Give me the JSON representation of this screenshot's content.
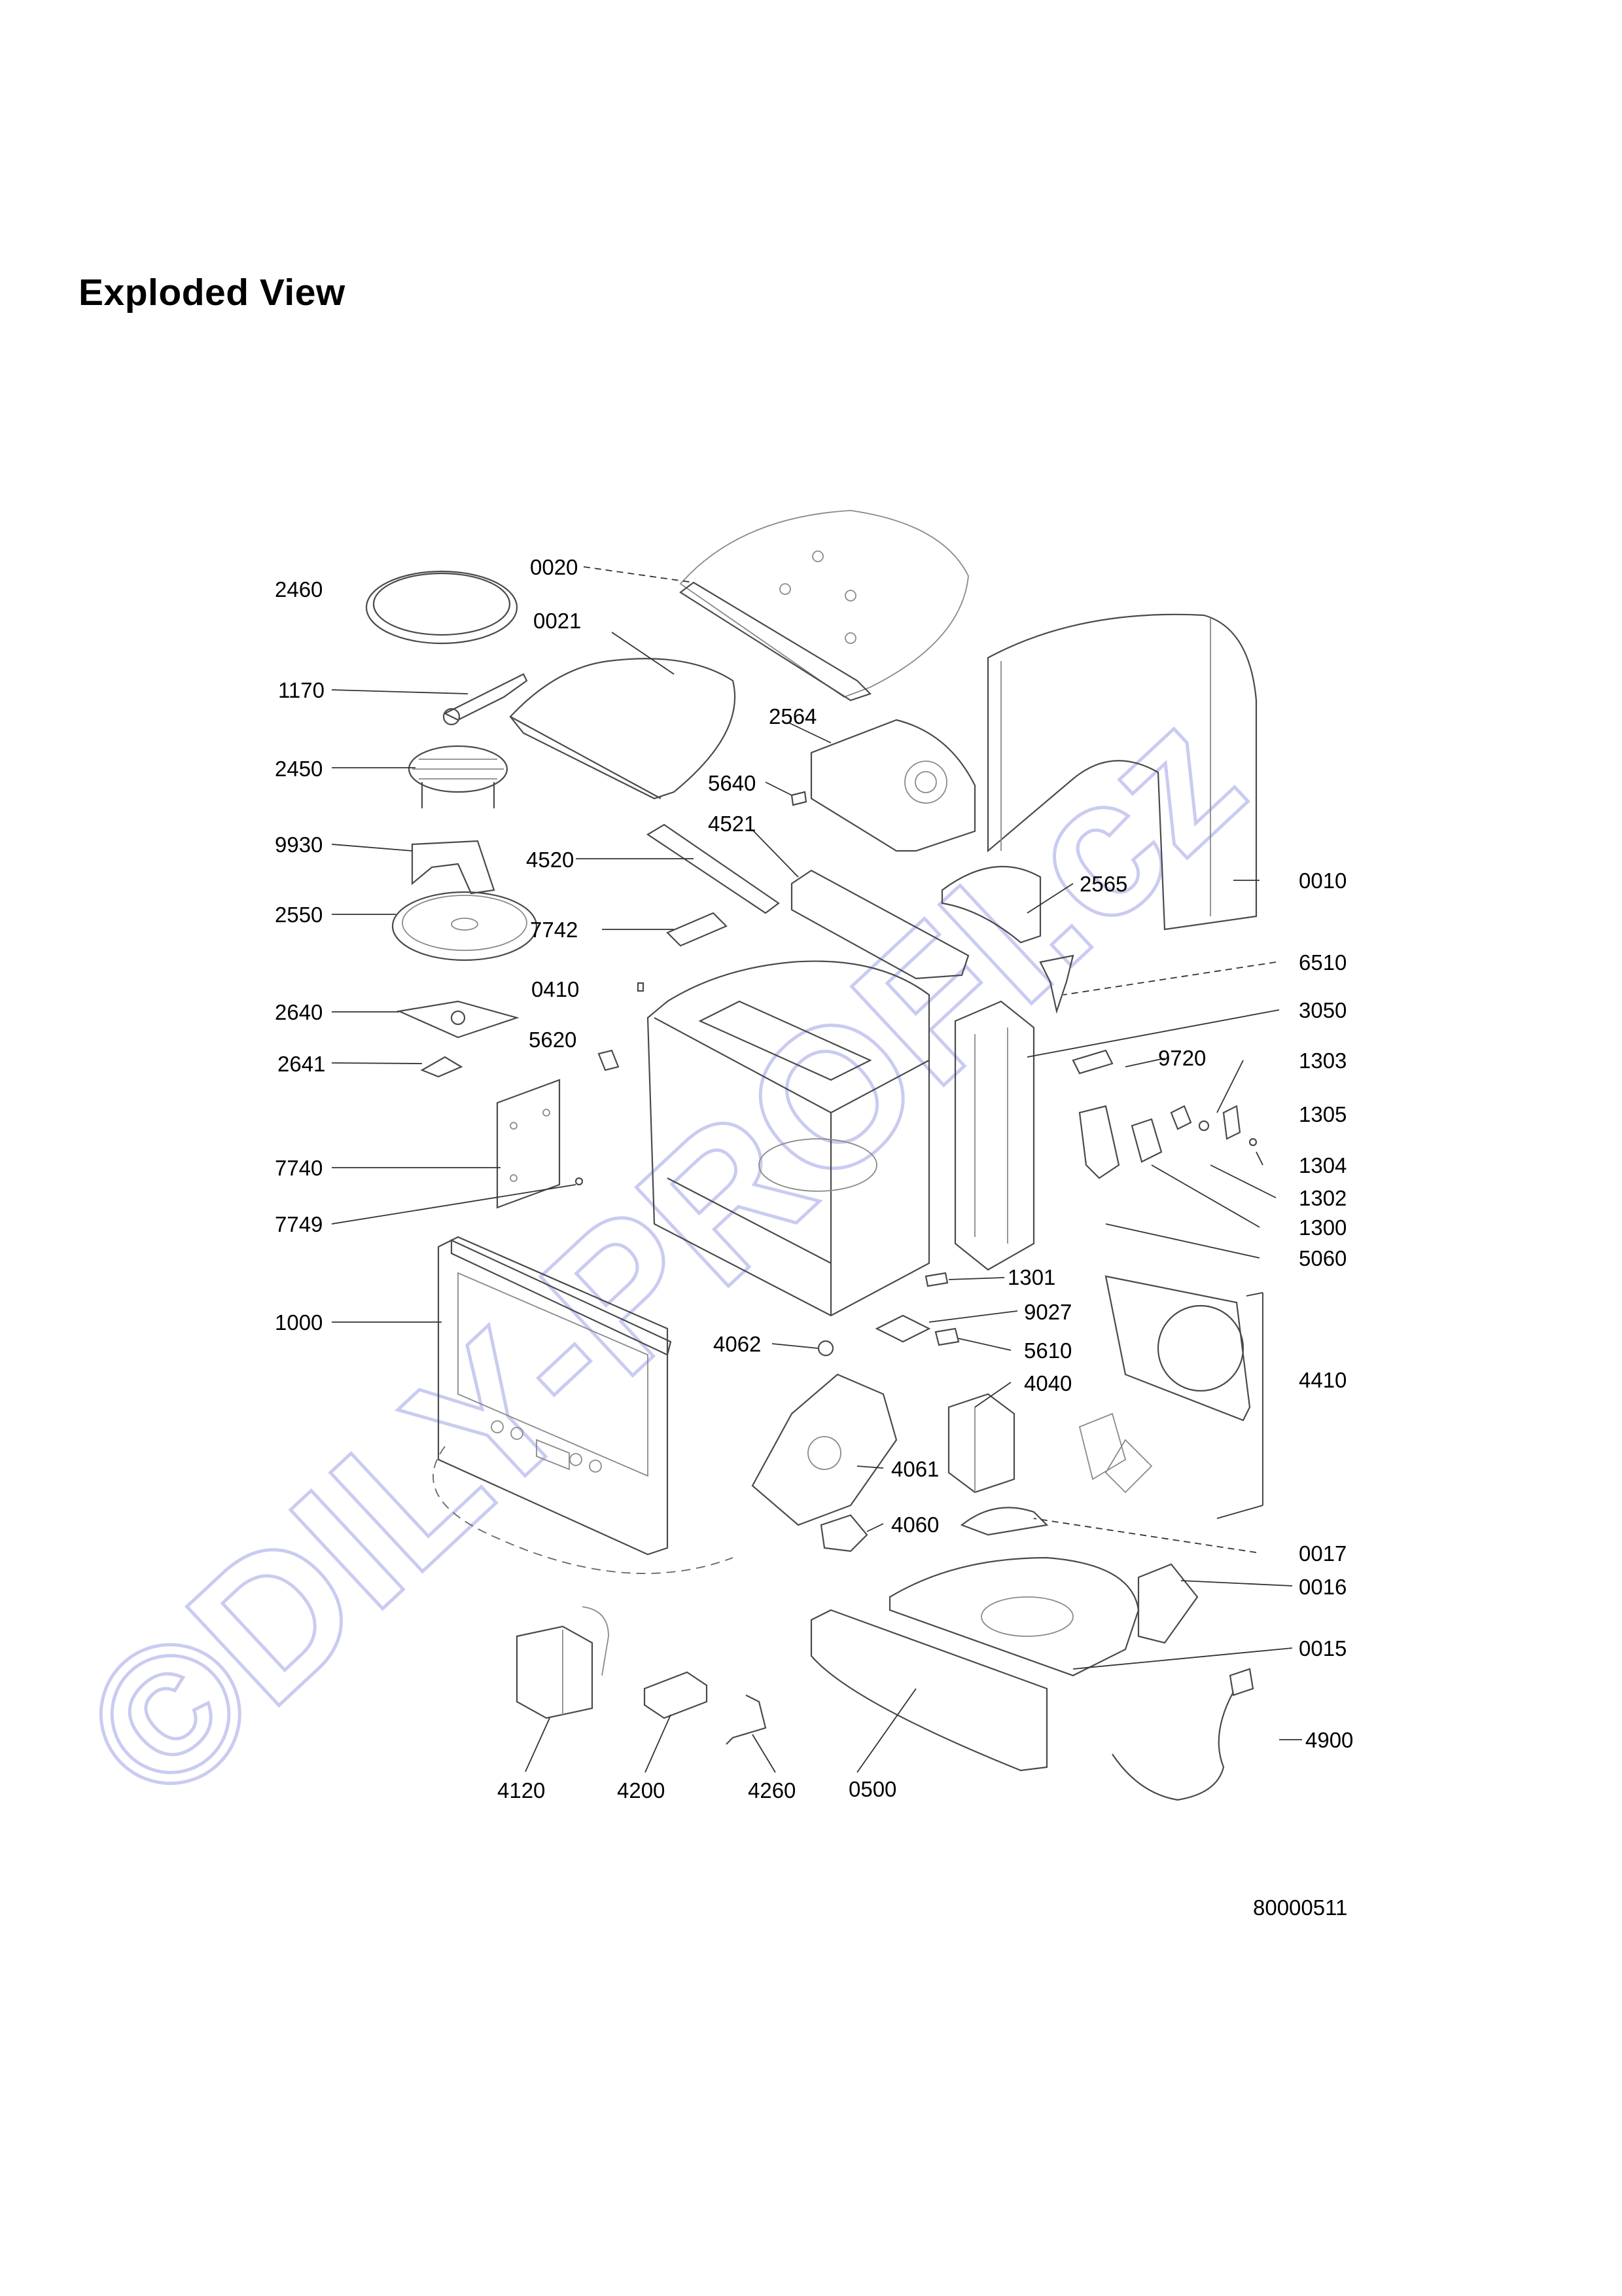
{
  "title": "Exploded View",
  "watermark": "©DILY-PROFI.cz",
  "doc_number": "80000511",
  "parts": {
    "p2460": "2460",
    "p0020": "0020",
    "p0021": "0021",
    "p1170": "1170",
    "p2564": "2564",
    "p2450": "2450",
    "p5640": "5640",
    "p4521": "4521",
    "p9930": "9930",
    "p4520": "4520",
    "p2565": "2565",
    "p0010": "0010",
    "p2550": "2550",
    "p7742": "7742",
    "p6510": "6510",
    "p0410": "0410",
    "p2640": "2640",
    "p3050": "3050",
    "p5620": "5620",
    "p2641": "2641",
    "p9720": "9720",
    "p1303": "1303",
    "p1305": "1305",
    "p7740": "7740",
    "p1304": "1304",
    "p1302": "1302",
    "p7749": "7749",
    "p1300": "1300",
    "p5060": "5060",
    "p1301": "1301",
    "p1000": "1000",
    "p9027": "9027",
    "p4062": "4062",
    "p5610": "5610",
    "p4040": "4040",
    "p4410": "4410",
    "p4061": "4061",
    "p4060": "4060",
    "p0017": "0017",
    "p0016": "0016",
    "p0015": "0015",
    "p4900": "4900",
    "p4120": "4120",
    "p4200": "4200",
    "p4260": "4260",
    "p0500": "0500"
  }
}
